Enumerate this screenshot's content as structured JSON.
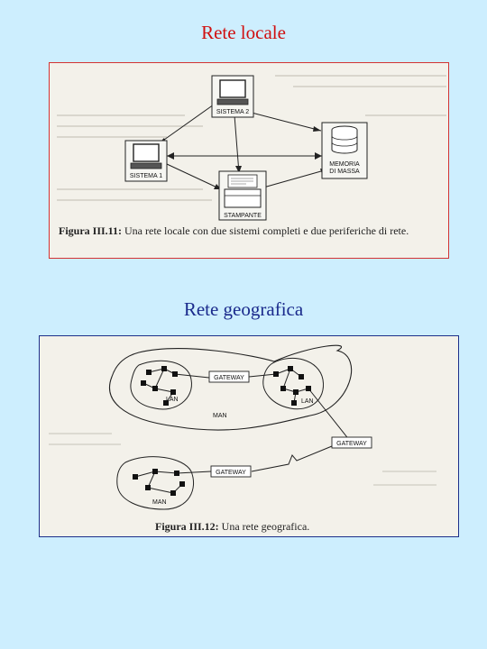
{
  "colors": {
    "background": "#cdeefe",
    "title1": "#d01010",
    "title2": "#1a2a8c",
    "frame1_border": "#d33333",
    "frame2_border": "#1d2f8a"
  },
  "slide": {
    "title_local": "Rete locale",
    "title_geo": "Rete geografica"
  },
  "figure1": {
    "labels": {
      "sistema2": "SISTEMA 2",
      "sistema1": "SISTEMA 1",
      "memoria_line1": "MEMORIA",
      "memoria_line2": "DI MASSA",
      "stampante": "STAMPANTE"
    },
    "caption_number": "Figura III.11:",
    "caption_text": " Una rete locale con due sistemi completi e due periferiche di rete."
  },
  "figure2": {
    "labels": {
      "gateway_top": "GATEWAY",
      "gateway_right": "GATEWAY",
      "gateway_bottom": "GATEWAY",
      "lan_left": "LAN",
      "lan_right": "LAN",
      "man_top": "MAN",
      "man_bottom": "MAN"
    },
    "caption_number": "Figura III.12:",
    "caption_text": " Una rete geografica."
  }
}
